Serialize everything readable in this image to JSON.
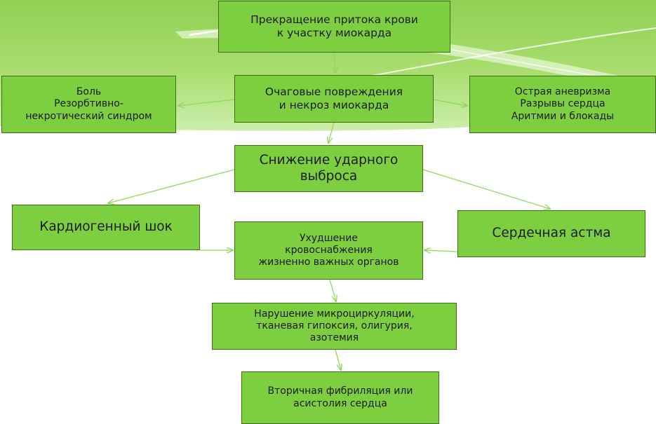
{
  "diagram": {
    "nodes": {
      "stop": {
        "lines": [
          "Прекращение притока крови",
          "к участку миокарда"
        ]
      },
      "focal": {
        "lines": [
          "Очаговые повреждения",
          "и некроз миокарда"
        ]
      },
      "pain": {
        "lines": [
          "Боль",
          "Резорбтивно-",
          "некротический синдром"
        ]
      },
      "compl": {
        "lines": [
          "Острая аневризма",
          "Разрывы сердца",
          "Аритмии и блокады"
        ]
      },
      "output": {
        "lines": [
          "Снижение ударного",
          "выброса"
        ]
      },
      "shock": {
        "lines": [
          "Кардиогенный шок"
        ]
      },
      "worse": {
        "lines": [
          "Ухудшение",
          "кровоснабжения",
          "жизненно важных органов"
        ]
      },
      "asthma": {
        "lines": [
          "Сердечная астма"
        ]
      },
      "micro": {
        "lines": [
          "Нарушение микроциркуляции,",
          "тканевая гипоксия, олигурия,",
          "азотемия"
        ]
      },
      "fib": {
        "lines": [
          "Вторичная фибриляция или",
          "асистолия сердца"
        ]
      }
    },
    "edges": [
      {
        "from": "stop",
        "to": "focal"
      },
      {
        "from": "focal",
        "to": "pain"
      },
      {
        "from": "focal",
        "to": "compl"
      },
      {
        "from": "focal",
        "to": "output"
      },
      {
        "from": "output",
        "to": "shock"
      },
      {
        "from": "output",
        "to": "asthma"
      },
      {
        "from": "shock",
        "to": "worse"
      },
      {
        "from": "asthma",
        "to": "worse"
      },
      {
        "from": "worse",
        "to": "micro"
      },
      {
        "from": "micro",
        "to": "fib"
      }
    ],
    "colors": {
      "node_fill": "#7dcf3f",
      "node_border": "#3e6f14",
      "arrow": "#8ed85a",
      "header_band": "#a8dd6a",
      "header_band_light": "#c9eca0"
    }
  }
}
